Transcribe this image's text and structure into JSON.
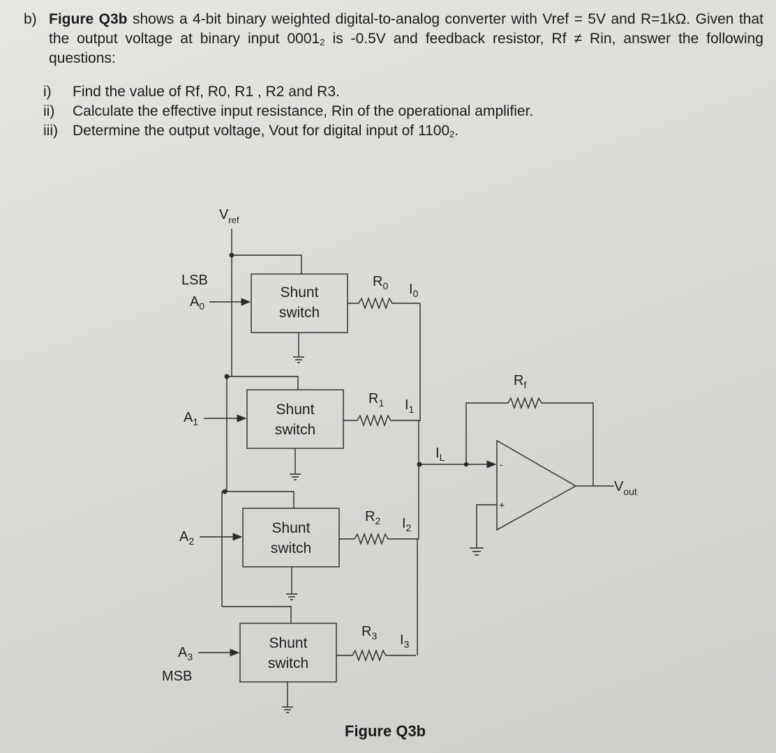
{
  "question": {
    "label": "b)",
    "figure_ref": "Figure Q3b",
    "intro_1": " shows a 4-bit binary weighted digital-to-analog converter with Vref = 5V and R=1kΩ. Given that the output voltage at binary input 0001",
    "intro_sub": "2",
    "intro_2": " is  -0.5V  and feedback resistor, Rf ≠ Rin, answer the following questions:",
    "parts": [
      {
        "num": "i)",
        "text": "Find the value of Rf, R0, R1 , R2 and R3.",
        "sub": "",
        "tail": ""
      },
      {
        "num": "ii)",
        "text": "Calculate the effective input resistance, Rin of the operational amplifier.",
        "sub": "",
        "tail": ""
      },
      {
        "num": "iii)",
        "text": "Determine the output voltage, Vout for digital input of 1100",
        "sub": "2",
        "tail": "."
      }
    ]
  },
  "figure": {
    "vref_main": "V",
    "vref_sub": "ref",
    "lsb": "LSB",
    "msb": "MSB",
    "switch_line1": "Shunt",
    "switch_line2": "switch",
    "inputs": [
      {
        "main": "A",
        "sub": "0"
      },
      {
        "main": "A",
        "sub": "1"
      },
      {
        "main": "A",
        "sub": "2"
      },
      {
        "main": "A",
        "sub": "3"
      }
    ],
    "resistors": [
      {
        "main": "R",
        "sub": "0"
      },
      {
        "main": "R",
        "sub": "1"
      },
      {
        "main": "R",
        "sub": "2"
      },
      {
        "main": "R",
        "sub": "3"
      }
    ],
    "currents": [
      {
        "main": "I",
        "sub": "0"
      },
      {
        "main": "I",
        "sub": "1"
      },
      {
        "main": "I",
        "sub": "2"
      },
      {
        "main": "I",
        "sub": "3"
      }
    ],
    "il_main": "I",
    "il_sub": "L",
    "rf_main": "R",
    "rf_sub": "f",
    "vout_main": "V",
    "vout_sub": "out",
    "minus": "-",
    "plus": "+",
    "caption": "Figure Q3b"
  }
}
